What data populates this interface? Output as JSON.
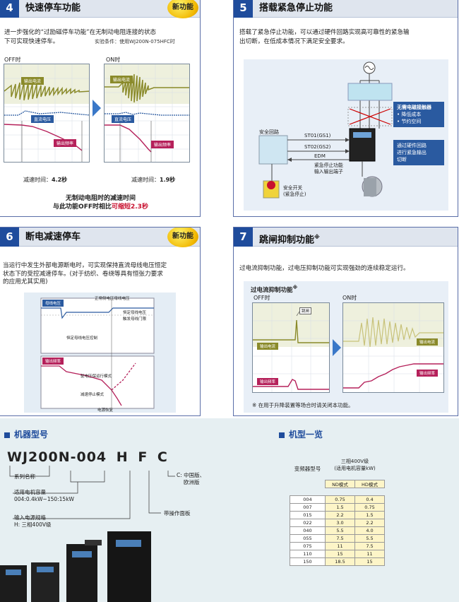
{
  "p4": {
    "num": "4",
    "title": "快速停车功能",
    "badge": "新功能",
    "desc1": "进一步强化的“过励磁停车功能”在无制动电阻连接的状态",
    "desc2": "下可实现快速停车。",
    "cond": "实验条件：使用WJ200N-075HFC时",
    "off": "OFF时",
    "on": "ON时",
    "out_cur": "输出电流",
    "dc_v": "直流电压",
    "out_freq": "输出频率",
    "dec_off": "减速时间：",
    "dec_off_val": "4.2秒",
    "dec_on": "减速时间：",
    "dec_on_val": "1.9秒",
    "sum1": "无制动电阻时的减速时间",
    "sum2a": "与此功能OFF时相比",
    "sum2b": "可缩短2.3秒"
  },
  "p5": {
    "num": "5",
    "title": "搭载紧急停止功能",
    "desc1": "搭载了紧急停止功能，可以通过硬件回路实现高可靠性的紧急输",
    "desc2": "出切断，在低成本情况下满足安全要求。",
    "circuit": "安全回路",
    "st01": "ST01(GS1)",
    "st02": "ST02(GS2)",
    "edm": "EDM",
    "term1": "紧急停止功能",
    "term2": "输入输出端子",
    "switch1": "安全开关",
    "switch2": "(紧急停止)",
    "box1_title": "无需电磁接触器",
    "box1_l1": "• 降低成本",
    "box1_l2": "• 节约空间",
    "box2_l1": "通过硬件回路",
    "box2_l2": "进行紧急输出",
    "box2_l3": "切断"
  },
  "p6": {
    "num": "6",
    "title": "断电减速停车",
    "badge": "新功能",
    "desc1": "当运行中发生外部电源断电时，可实现保持直流母线电压恒定",
    "desc2": "状态下的受控减速停车。(对于纺织、卷绕等具有恒张力要求",
    "desc3": "的应用尤其实用)",
    "bus_v": "母线电压",
    "normal_bus": "正常侧电压母线电压",
    "const_bus": "恒定母线电压",
    "trip_bus": "触发母线门限",
    "const_ctrl": "恒定母线电压控制",
    "out_freq": "输出频率",
    "dec_op": "驱电压保运行模式",
    "dec_stop": "减速停止模式",
    "power_off": "电源恢复"
  },
  "p7": {
    "num": "7",
    "title": "跳闸抑制功能",
    "mark": "※",
    "desc": "过电流抑制功能，过电压抑制功能可实现强劲的连续稳定运行。",
    "sub": "过电流抑制功能",
    "off": "OFF时",
    "on": "ON时",
    "trip": "跳闸",
    "out_cur": "输出电流",
    "out_freq": "输出频率",
    "note": "※ 在用于升降装置等场合时请关闭本功能。"
  },
  "model": {
    "title": "机器型号",
    "code": [
      "WJ200N",
      "-",
      "004",
      "H",
      "F",
      "C"
    ],
    "series": "系列名称",
    "cap1": "适用电机容量",
    "cap2": "004:0.4kW~150:15kW",
    "volt1": "输入电源规格",
    "volt2": "H: 三相400V级",
    "c1": "C: 中国版、",
    "c2": "欧洲版",
    "f1": "带操作面板"
  },
  "list": {
    "title": "机型一览",
    "h_model": "变频器型号",
    "h_cls1": "三相400V级",
    "h_cls2": "(适用电机容量kW)",
    "h_nd": "ND模式",
    "h_hd": "HD模式",
    "rows": [
      {
        "m": "004",
        "nd": "0.75",
        "hd": "0.4"
      },
      {
        "m": "007",
        "nd": "1.5",
        "hd": "0.75"
      },
      {
        "m": "015",
        "nd": "2.2",
        "hd": "1.5"
      },
      {
        "m": "022",
        "nd": "3.0",
        "hd": "2.2"
      },
      {
        "m": "040",
        "nd": "5.5",
        "hd": "4.0"
      },
      {
        "m": "055",
        "nd": "7.5",
        "hd": "5.5"
      },
      {
        "m": "075",
        "nd": "11",
        "hd": "7.5"
      },
      {
        "m": "110",
        "nd": "15",
        "hd": "11"
      },
      {
        "m": "150",
        "nd": "18.5",
        "hd": "15"
      }
    ]
  },
  "colors": {
    "accent": "#1f4c9c",
    "olive": "#8a8a2a",
    "highlight": "#c8102e"
  }
}
